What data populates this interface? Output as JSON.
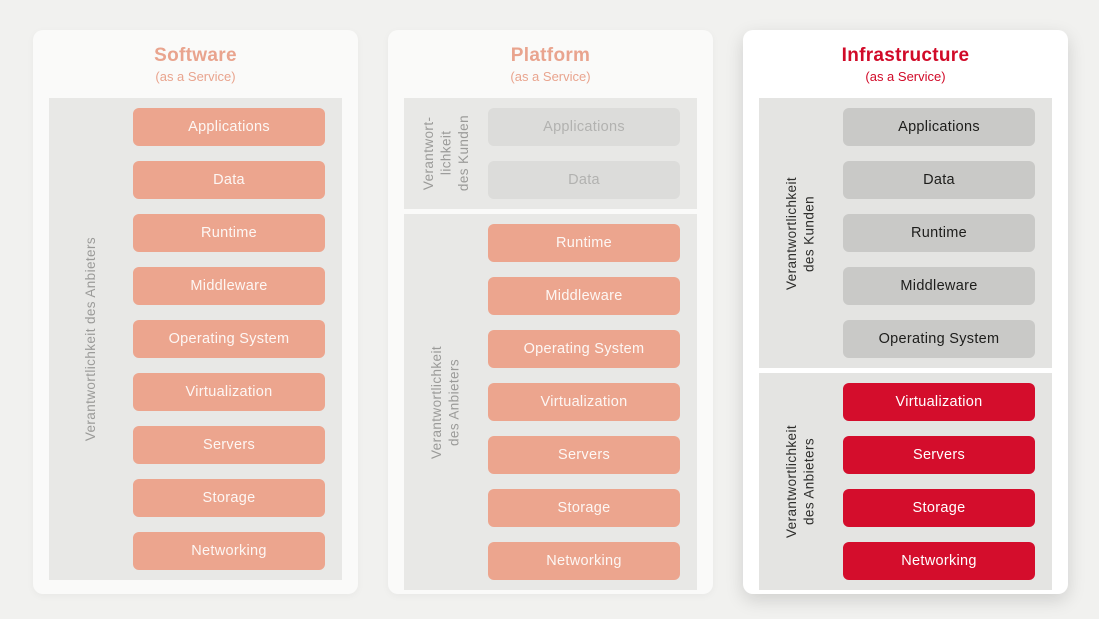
{
  "colors": {
    "page_background": "#f1f1ef",
    "salmon_box": "#eca58e",
    "salmon_title": "#e9a48e",
    "red_box": "#d40d2c",
    "red_title": "#d10a28",
    "section_background": "#e8e8e6",
    "muted_box_background": "#dcdcda",
    "muted_box_text": "#b2b2b0",
    "gray_box_background": "#c9c9c7",
    "label_gray": "#9b9b99",
    "label_dark": "#2e2e2c"
  },
  "columns": [
    {
      "title": "Software",
      "subtitle": "(as a Service)",
      "sections": [
        {
          "label": "Verantwortlichkeit des Anbieters",
          "label_lines": [
            "Verantwortlichkeit des Anbieters"
          ],
          "boxes": [
            "Applications",
            "Data",
            "Runtime",
            "Middleware",
            "Operating System",
            "Virtualization",
            "Servers",
            "Storage",
            "Networking"
          ]
        }
      ]
    },
    {
      "title": "Platform",
      "subtitle": "(as a Service)",
      "sections": [
        {
          "label": "Verantwortlichkeit des Kunden",
          "label_lines": [
            "Verantwort-",
            "lichkeit",
            "des Kunden"
          ],
          "boxes": [
            "Applications",
            "Data"
          ]
        },
        {
          "label": "Verantwortlichkeit des Anbieters",
          "label_lines": [
            "Verantwortlichkeit",
            "des Anbieters"
          ],
          "boxes": [
            "Runtime",
            "Middleware",
            "Operating System",
            "Virtualization",
            "Servers",
            "Storage",
            "Networking"
          ]
        }
      ]
    },
    {
      "title": "Infrastructure",
      "subtitle": "(as a Service)",
      "sections": [
        {
          "label": "Verantwortlichkeit des Kunden",
          "label_lines": [
            "Verantwortlichkeit",
            "des Kunden"
          ],
          "boxes": [
            "Applications",
            "Data",
            "Runtime",
            "Middleware",
            "Operating System"
          ]
        },
        {
          "label": "Verantwortlichkeit des Anbieters",
          "label_lines": [
            "Verantwortlichkeit",
            "des Anbieters"
          ],
          "boxes": [
            "Virtualization",
            "Servers",
            "Storage",
            "Networking"
          ]
        }
      ]
    }
  ]
}
